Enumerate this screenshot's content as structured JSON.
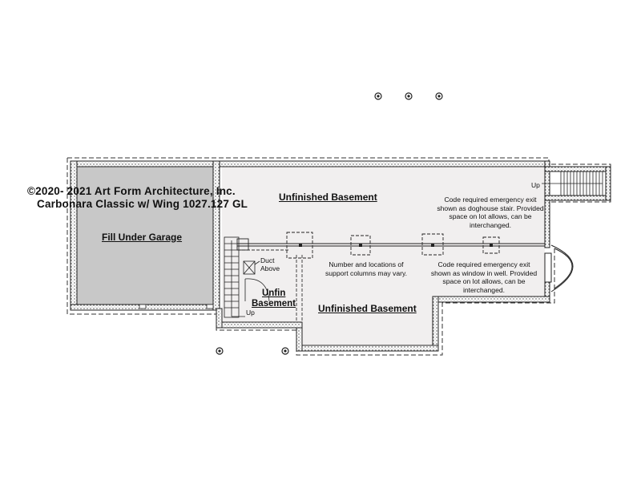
{
  "copyright": {
    "line1": "©2020- 2021 Art Form Architecture, Inc.",
    "line2": "Carbonara Classic w/ Wing 1027.127 GL"
  },
  "rooms": {
    "garage_fill": "Fill Under Garage",
    "unfinished_upper": "Unfinished Basement",
    "unfinished_lower": "Unfinished Basement",
    "unfin_line1": "Unfin",
    "unfin_line2": "Basement"
  },
  "notes": {
    "doghouse": [
      "Code required emergency exit",
      "shown as doghouse stair. Provided",
      "space on lot allows, can be",
      "interchanged."
    ],
    "window_well": [
      "Code required emergency exit",
      "shown as window in well. Provided",
      "space on lot allows, can be",
      "interchanged."
    ],
    "columns": [
      "Number and locations of",
      "support columns may vary."
    ]
  },
  "labels": {
    "duct_line1": "Duct",
    "duct_line2": "Above",
    "up_stair": "Up",
    "up_doghouse": "Up"
  },
  "colors": {
    "garage_fill": "#c8c8c8",
    "basement_fill": "#f1efef",
    "wall": "#222222",
    "dash": "#333333"
  }
}
